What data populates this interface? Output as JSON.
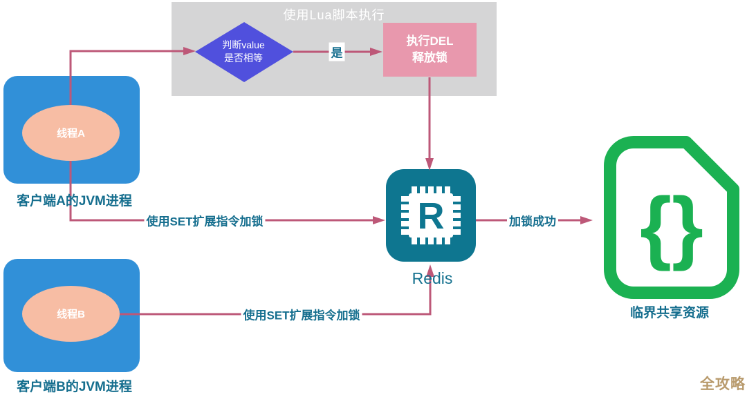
{
  "lua_box": {
    "title": "使用Lua脚本执行"
  },
  "diamond": {
    "line1": "判断value",
    "line2": "是否相等"
  },
  "del_box": {
    "line1": "执行DEL",
    "line2": "释放锁"
  },
  "client_a": {
    "thread": "线程A",
    "caption": "客户端A的JVM进程"
  },
  "client_b": {
    "thread": "线程B",
    "caption": "客户端B的JVM进程"
  },
  "redis": {
    "letter": "R",
    "caption": "Redis"
  },
  "resource": {
    "glyph": "{}",
    "caption": "临界共享资源"
  },
  "edges": {
    "yes": "是",
    "set_lock_a": "使用SET扩展指令加锁",
    "set_lock_b": "使用SET扩展指令加锁",
    "lock_success": "加锁成功"
  },
  "watermark": {
    "text": "全攻略"
  },
  "colors": {
    "connector": "#bd5878",
    "lua_container_bg": "#d5d5d6",
    "diamond_fill": "#5050dd",
    "del_box_bg": "#e898ad",
    "jvm_box_bg": "#3190d8",
    "thread_ellipse_bg": "#f7bda4",
    "redis_teal": "#0e7690",
    "label_teal": "#156e8e",
    "resource_green": "#1bb152",
    "watermark_gold": "#b89a6c"
  }
}
